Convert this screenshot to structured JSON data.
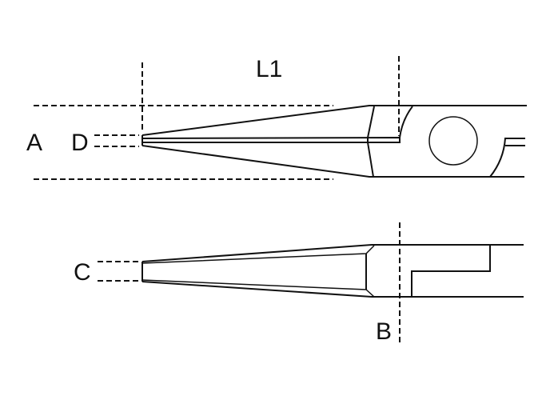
{
  "labels": {
    "length": "L1",
    "overall_width": "A",
    "tip_width": "D",
    "tip_thickness": "C",
    "joint_reference": "B"
  },
  "colors": {
    "line": "#111111",
    "background": "#ffffff"
  }
}
